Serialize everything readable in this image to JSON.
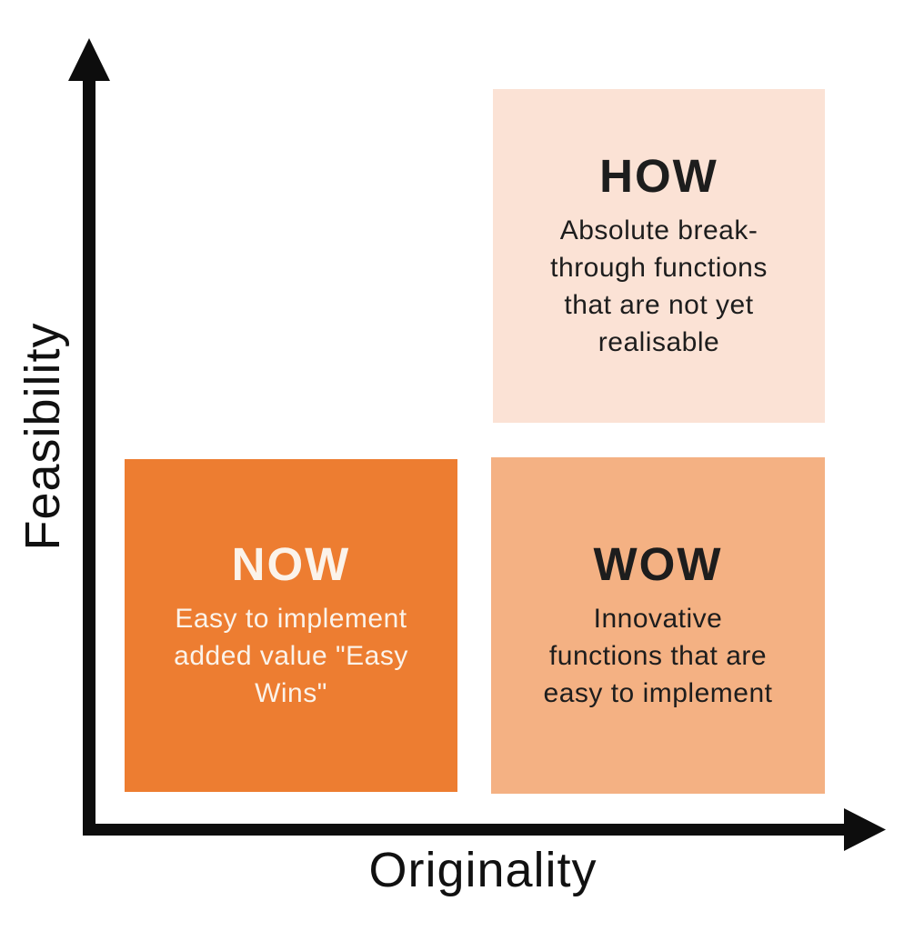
{
  "axes": {
    "y_label": "Feasibility",
    "x_label": "Originality",
    "color": "#0d0d0d"
  },
  "quadrants": {
    "how": {
      "title": "HOW",
      "lines": [
        "Absolute break-",
        "through functions",
        "that are not yet",
        "realisable"
      ],
      "bg": "#FBE2D5",
      "fg": "#1d1d1d"
    },
    "now": {
      "title": "NOW",
      "lines": [
        "Easy to implement",
        "added value \"Easy",
        "Wins\""
      ],
      "bg": "#ED7D31",
      "fg": "#FBF3EA"
    },
    "wow": {
      "title": "WOW",
      "lines": [
        "Innovative",
        "functions that are",
        "easy to implement"
      ],
      "bg": "#F4B183",
      "fg": "#1d1d1d"
    }
  }
}
